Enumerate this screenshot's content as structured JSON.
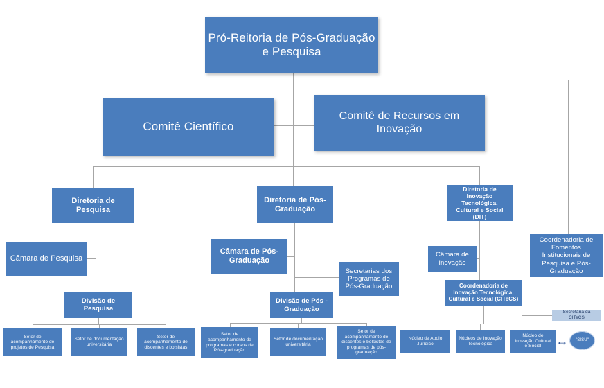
{
  "diagram": {
    "type": "org-chart",
    "nodes": {
      "pro_reitoria": "Pró-Reitoria de Pós-Graduação e Pesquisa",
      "comite_cientifico": "Comitê Científico",
      "comite_recursos": "Comitê de Recursos em Inovação",
      "dir_pesquisa": "Diretoria de Pesquisa",
      "dir_pos_graduacao": "Diretoria de Pós-Graduação",
      "dir_inovacao": "Diretoria de Inovação Tecnológica, Cultural e Social (DIT)",
      "coord_fomentos": "Coordenadoria de Fomentos Institucionais de Pesquisa e Pós-Graduação",
      "camara_pesquisa": "Câmara de Pesquisa",
      "camara_pos_graduacao": "Câmara de Pós-Graduação",
      "secretarias_programas": "Secretarias dos Programas de Pós-Graduação",
      "divisao_pesquisa": "Divisão de Pesquisa",
      "divisao_pos_graduacao": "Divisão de Pós - Graduação",
      "camara_inovacao": "Câmara de Inovação",
      "citecs": "Coordenadoria de Inovação Tecnológica, Cultural e Social (CITeCS)",
      "secretaria_citecs": "Secretaria da CITeCS",
      "setor_projetos_pesquisa": "Setor de acompanhamento de projetos de Pesquisa",
      "setor_documentacao_1": "Setor de documentação universitária",
      "setor_discentes_1": "Setor de acompanhamento de discentes e bolsistas",
      "setor_programas_cursos": "Setor de acompanhamento de programas e cursos de Pós-graduação",
      "setor_documentacao_2": "Setor de documentação universitária",
      "setor_discentes_2": "Setor de acompanhamento de discentes e bolsistas de programas de pós-graduação",
      "nucleo_juridico": "Núcleo de Apoio Jurídico",
      "nucleo_tecnologica": "Núcleos de Inovação Tecnológica",
      "nucleo_cultural": "Núcleo de Inovação Cultural e Social",
      "sisu": "\"SISU\""
    },
    "edges": [
      [
        "pro_reitoria",
        "comite_cientifico"
      ],
      [
        "pro_reitoria",
        "comite_recursos"
      ],
      [
        "pro_reitoria",
        "dir_pesquisa"
      ],
      [
        "pro_reitoria",
        "dir_pos_graduacao"
      ],
      [
        "pro_reitoria",
        "dir_inovacao"
      ],
      [
        "pro_reitoria",
        "coord_fomentos"
      ],
      [
        "dir_pesquisa",
        "camara_pesquisa"
      ],
      [
        "dir_pesquisa",
        "divisao_pesquisa"
      ],
      [
        "divisao_pesquisa",
        "setor_projetos_pesquisa"
      ],
      [
        "divisao_pesquisa",
        "setor_documentacao_1"
      ],
      [
        "divisao_pesquisa",
        "setor_discentes_1"
      ],
      [
        "dir_pos_graduacao",
        "camara_pos_graduacao"
      ],
      [
        "dir_pos_graduacao",
        "secretarias_programas"
      ],
      [
        "dir_pos_graduacao",
        "divisao_pos_graduacao"
      ],
      [
        "divisao_pos_graduacao",
        "setor_programas_cursos"
      ],
      [
        "divisao_pos_graduacao",
        "setor_documentacao_2"
      ],
      [
        "divisao_pos_graduacao",
        "setor_discentes_2"
      ],
      [
        "dir_inovacao",
        "camara_inovacao"
      ],
      [
        "dir_inovacao",
        "citecs"
      ],
      [
        "citecs",
        "secretaria_citecs"
      ],
      [
        "citecs",
        "nucleo_juridico"
      ],
      [
        "citecs",
        "nucleo_tecnologica"
      ],
      [
        "citecs",
        "nucleo_cultural"
      ],
      [
        "nucleo_cultural",
        "sisu"
      ]
    ],
    "icons": {
      "link_arrow": "↔"
    },
    "colors": {
      "box_blue": "#4a7dbd",
      "box_light": "#b8cce4",
      "line_gray": "#a6a6a6",
      "arrow_blue": "#2f5496"
    }
  }
}
